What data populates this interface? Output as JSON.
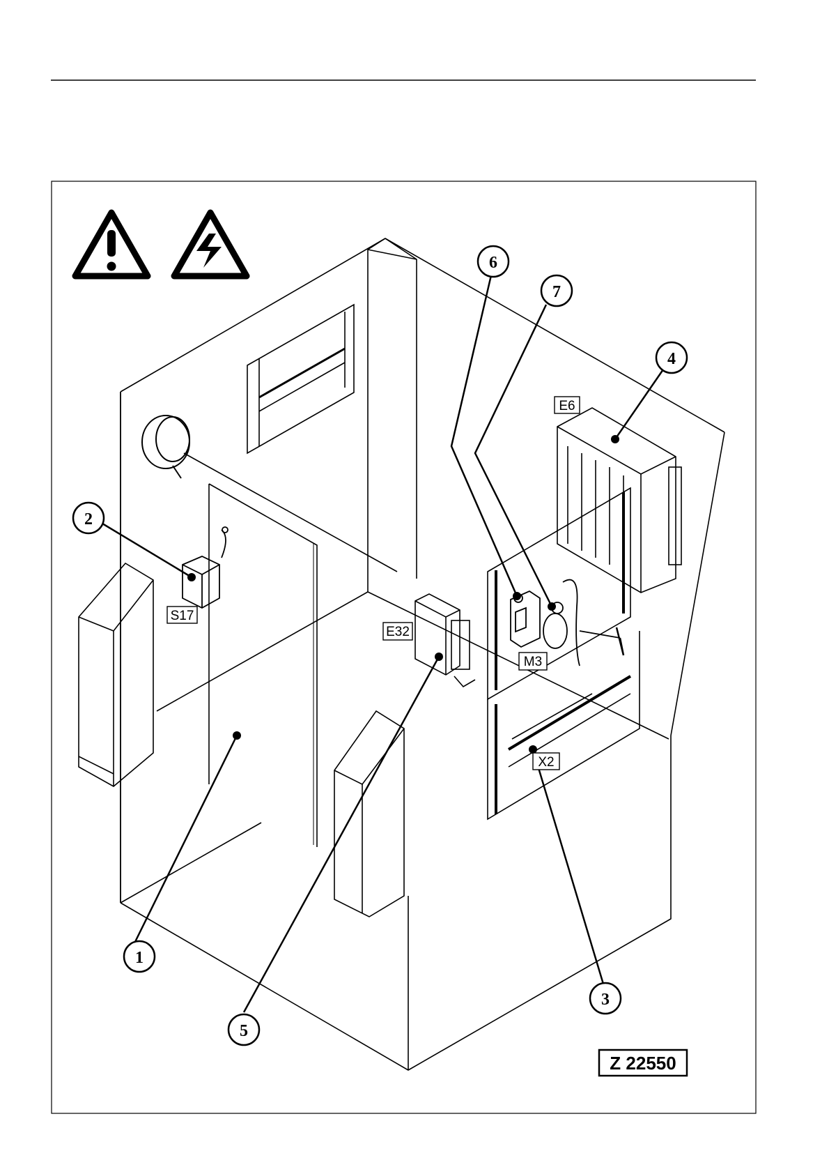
{
  "figure": {
    "drawing_id": "Z 22550",
    "warning_icons": [
      "warning-exclamation-icon",
      "electrical-hazard-icon"
    ],
    "component_tags": [
      {
        "id": "s17",
        "text": "S17"
      },
      {
        "id": "e32",
        "text": "E32"
      },
      {
        "id": "m3",
        "text": "M3"
      },
      {
        "id": "e6",
        "text": "E6"
      },
      {
        "id": "x2",
        "text": "X2"
      }
    ],
    "callouts": [
      {
        "id": "c1",
        "num": "1"
      },
      {
        "id": "c2",
        "num": "2"
      },
      {
        "id": "c3",
        "num": "3"
      },
      {
        "id": "c4",
        "num": "4"
      },
      {
        "id": "c5",
        "num": "5"
      },
      {
        "id": "c6",
        "num": "6"
      },
      {
        "id": "c7",
        "num": "7"
      }
    ]
  }
}
